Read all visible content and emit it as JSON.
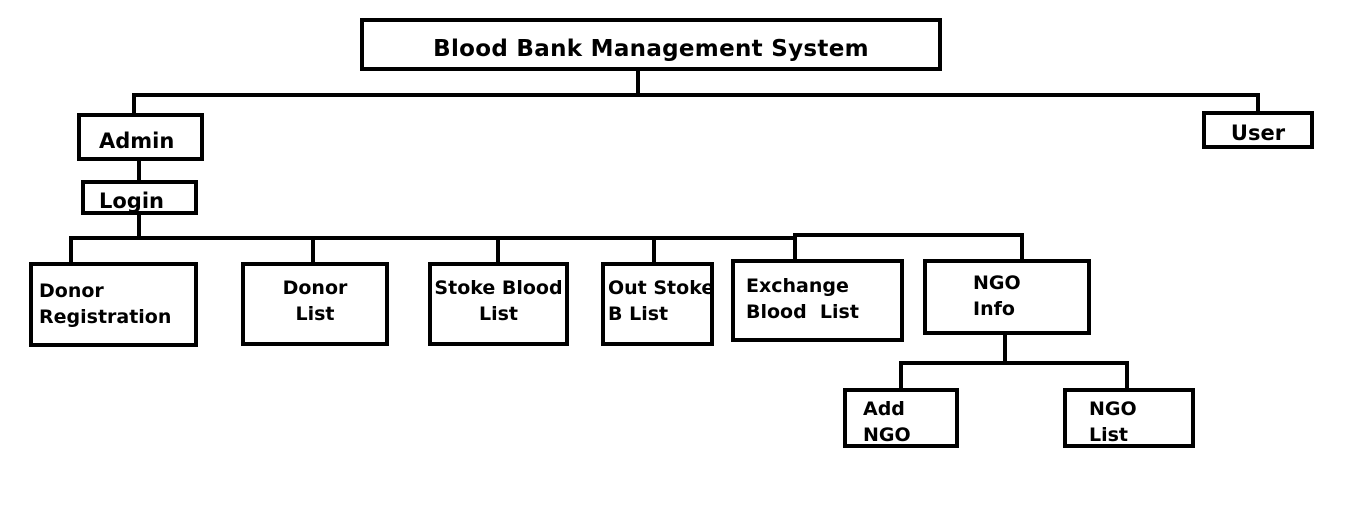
{
  "diagram": {
    "title": "Blood Bank Management System",
    "type": "hierarchy-tree",
    "colors": {
      "line": "#000000",
      "box_fill": "#ffffff",
      "text": "#000000"
    },
    "nodes": {
      "root": {
        "label": "Blood Bank Management System"
      },
      "admin": {
        "label": "Admin"
      },
      "login": {
        "label": "Login"
      },
      "user": {
        "label": "User"
      },
      "donor_registration": {
        "label": "Donor\nRegistration"
      },
      "donor_list": {
        "label": "Donor\nList"
      },
      "stoke_blood_list": {
        "label": "Stoke Blood\nList"
      },
      "out_stoke_b_list": {
        "label": "Out Stoke\nB List"
      },
      "exchange_blood_list": {
        "label": "Exchange\nBlood  List"
      },
      "ngo_info": {
        "label": "NGO\nInfo"
      },
      "add_ngo": {
        "label": "Add\nNGO"
      },
      "ngo_list": {
        "label": "NGO\nList"
      }
    }
  }
}
